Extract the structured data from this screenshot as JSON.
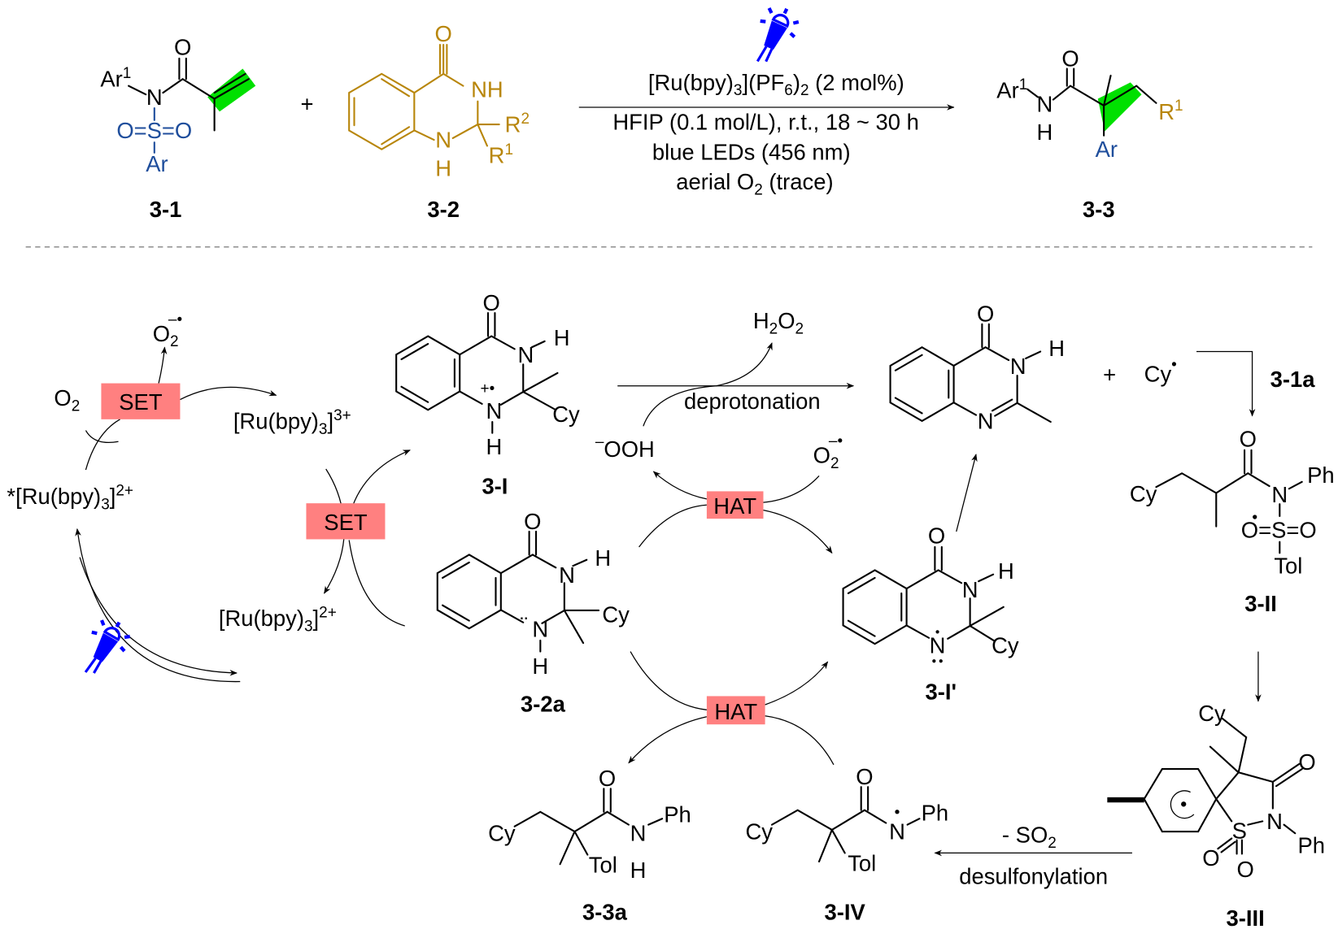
{
  "colors": {
    "blue": "#1F4E9C",
    "gold": "#B8860B",
    "highlight": "#00E000",
    "box": "#FF8080",
    "light": "#0000FF"
  },
  "top": {
    "m31": {
      "ar1": "Ar",
      "ar1_sup": "1",
      "n": "N",
      "o": "O",
      "so2": "O=S=O",
      "ar": "Ar",
      "label": "3-1"
    },
    "plus": "+",
    "m32": {
      "o": "O",
      "nh": "NH",
      "n": "N",
      "h": "H",
      "r2": "R",
      "r2_sup": "2",
      "r1": "R",
      "r1_sup": "1",
      "label": "3-2"
    },
    "conditions": {
      "line1": [
        "[Ru(bpy)",
        "3",
        "](PF",
        "6",
        ")",
        "2",
        " (2 mol%)"
      ],
      "line2": "HFIP (0.1 mol/L), r.t., 18 ~ 30 h",
      "line3": "blue LEDs (456 nm)",
      "line4": [
        "aerial O",
        "2",
        " (trace)"
      ],
      "icon": "blue-led-icon"
    },
    "m33": {
      "ar1": "Ar",
      "ar1_sup": "1",
      "n": "N",
      "h": "H",
      "o": "O",
      "ar": "Ar",
      "r1": "R",
      "r1_sup": "1",
      "label": "3-3"
    }
  },
  "cycle": {
    "set1": "SET",
    "set2": "SET",
    "hat1": "HAT",
    "hat2": "HAT",
    "o2": [
      "O",
      "2"
    ],
    "o2rad": [
      "O",
      "2",
      "–•"
    ],
    "ru3": [
      "[Ru(bpy)",
      "3",
      "]",
      "3+"
    ],
    "ruexc": [
      "*[Ru(bpy)",
      "3",
      "]",
      "2+"
    ],
    "ru2": [
      "[Ru(bpy)",
      "3",
      "]",
      "2+"
    ],
    "h2o2": [
      "H",
      "2",
      "O",
      "2"
    ],
    "deprotonation": "deprotonation",
    "ooh": [
      "–",
      "OOH"
    ],
    "o2rad2": [
      "O",
      "2",
      "–•"
    ],
    "plus": "+",
    "cy_rad": [
      "Cy",
      "•"
    ],
    "reagent": "3-1a",
    "so2_loss": [
      "- SO",
      "2"
    ],
    "desulfonylation": "desulfonylation"
  },
  "molecules": {
    "i": {
      "o": "O",
      "n3": "N",
      "h3": "H",
      "n1": "N",
      "h1": "H",
      "cy": "Cy",
      "rad": "+•",
      "label": "3-I"
    },
    "a2": {
      "o": "O",
      "n3": "N",
      "h3": "H",
      "n1": "N",
      "h1": "H",
      "cy": "Cy",
      "lp": "¨",
      "label": "3-2a"
    },
    "ip": {
      "o": "O",
      "n3": "N",
      "h3": "H",
      "n1": "N",
      "cy": "Cy",
      "label": "3-I'"
    },
    "prod": {
      "o": "O",
      "n3": "N",
      "h3": "H",
      "n1": "N"
    },
    "ii": {
      "cy": "Cy",
      "o": "O",
      "n": "N",
      "ph": "Ph",
      "so2": "O=S=O",
      "tol": "Tol",
      "label": "3-II"
    },
    "iii": {
      "cy": "Cy",
      "o": "O",
      "n": "N",
      "ph": "Ph",
      "s": "S",
      "o1": "O",
      "o2": "O",
      "label": "3-III"
    },
    "iv": {
      "cy": "Cy",
      "o": "O",
      "n": "N",
      "ph": "Ph",
      "tol": "Tol",
      "label": "3-IV"
    },
    "a3": {
      "cy": "Cy",
      "o": "O",
      "n": "N",
      "h": "H",
      "ph": "Ph",
      "tol": "Tol",
      "label": "3-3a"
    }
  }
}
